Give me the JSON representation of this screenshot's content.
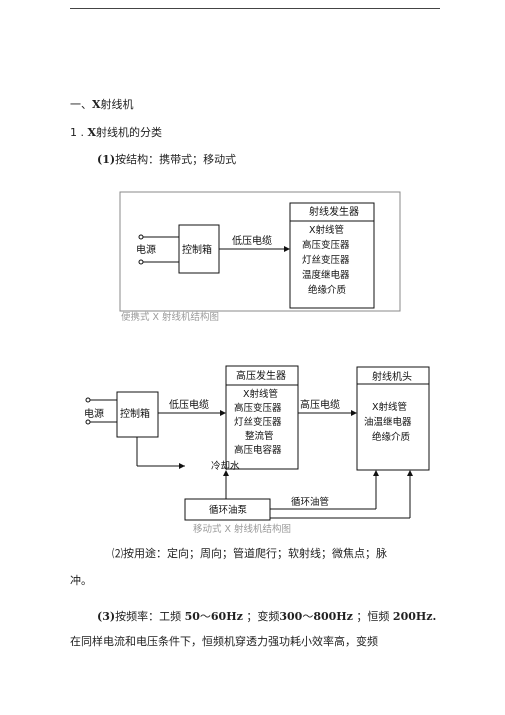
{
  "section_heading": {
    "prefix": "一、",
    "bold": "X",
    "rest": "射线机"
  },
  "subsection_heading": {
    "num": "1",
    "sep": " . ",
    "bold": "X",
    "rest": "射线机的分类"
  },
  "item1": {
    "num": "(1)",
    "text": "按结构：携带式；移动式"
  },
  "diagram_portable": {
    "power_label": "电源",
    "control_box": "控制箱",
    "cable_label": "低压电缆",
    "generator_title": "射线发生器",
    "generator_items": [
      "X射线管",
      "高压变压器",
      "灯丝变压器",
      "温度继电器",
      "绝缘介质"
    ],
    "caption": "便携式 X 射线机结构图"
  },
  "diagram_mobile": {
    "power_label": "电源",
    "control_box": "控制箱",
    "low_cable_label": "低压电缆",
    "hv_generator_title": "高压发生器",
    "hv_generator_items": [
      "X射线管",
      "高压变压器",
      "灯丝变压器",
      "整流管",
      "高压电容器"
    ],
    "hv_cable_label": "高压电缆",
    "head_title": "射线机头",
    "head_items": [
      "X射线管",
      "油温继电器",
      "绝缘介质"
    ],
    "cooling_water": "冷却水",
    "pump": "循环油泵",
    "oil_pipe": "循环油管",
    "caption": "移动式 X 射线机结构图"
  },
  "item2": {
    "num": "⑵",
    "line1": "按用途：定向；周向；管道爬行；软射线；微焦点；脉",
    "line2": "冲。"
  },
  "item3": {
    "num": "(3)",
    "label": "按频率：工频",
    "v1": "50",
    "dash1": "〜",
    "v2": "60Hz",
    "mid": "；变频",
    "v3": "300",
    "dash2": "〜",
    "v4": "800Hz",
    "mid2": "；恒频",
    "v5": "200Hz",
    "end": "."
  },
  "last_line": "在同样电流和电压条件下，恒频机穿透力强功耗小效率高，变频"
}
